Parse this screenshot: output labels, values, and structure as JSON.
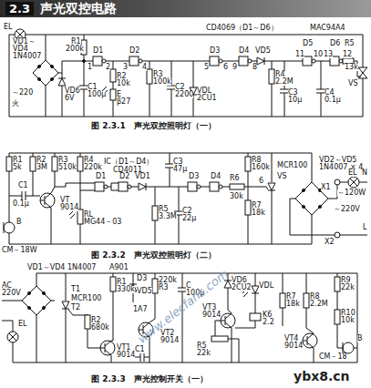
{
  "diagram": {
    "title": "声光双控电路",
    "labels": [
      "2.3",
      "EL",
      "VD1～",
      "VD4",
      "1N4007",
      "R1",
      "200k",
      "CD4069（D1～D6）",
      "MAC94A4",
      "VS",
      "～220",
      "火",
      "D1",
      "1",
      "2",
      "C1",
      "100μ",
      "R2",
      "10k",
      "3",
      "4",
      "D2",
      "C2",
      "2200",
      "R3",
      "100k",
      "VD6",
      "6V",
      "E",
      "β27",
      "VDL",
      "2CU1",
      "D3",
      "5",
      "6",
      "D4",
      "9",
      "8",
      "VD5",
      "R4",
      "2.2M",
      "D5",
      "11",
      "10",
      "C3",
      "10μ",
      "D6",
      "13",
      "12",
      "C4",
      "0.1μ",
      "R5",
      "13k",
      "图 2.3.1　声光双控照明灯（一）",
      "R1",
      "5k",
      "R2",
      "3M",
      "R3",
      "510k",
      "R4",
      "220k",
      "IC（D1～D4）",
      "CD4011",
      "C3",
      "47μ",
      "R8",
      "160k",
      "R7",
      "18k",
      "VD2～VD5",
      "1N4007 × 4",
      "EL",
      "～120W",
      "N",
      "～220V",
      "L",
      "X1",
      "X2",
      "VS",
      "MCR100",
      "VT",
      "9014",
      "C1",
      "0.1μ",
      "D1",
      "D2",
      "VD1",
      "D3",
      "D4",
      "R6",
      "30k",
      "R5",
      "3.3M",
      "C2",
      "22μ",
      "RL",
      "MG44－03",
      "B",
      "CM－18W",
      "6",
      "图 2.3.2　声光双控照明灯（二）",
      "AC",
      "220V",
      "VD1～VD4 1N4007",
      "A901",
      "T1",
      "T2",
      "R1",
      "330k",
      "MCR100",
      "VD5",
      "D3",
      "220k",
      "R3",
      "C",
      "100μ",
      "R2",
      "680k",
      "VT1",
      "9014",
      "VT2",
      "9014",
      "1A7",
      "C1",
      "VT3",
      "9014",
      "VD6",
      "2CU2",
      "VDL",
      "R7",
      "18k",
      "R8",
      "2.2M",
      "R9",
      "22k",
      "R10",
      "10k",
      "K6",
      "2.2",
      "R5",
      "22k",
      "VT4",
      "9014",
      "B",
      "CM－18",
      "EL",
      "图 2.3.3　声光控制开关（一）",
      "www.elecfans.com",
      "ybx8.cn"
    ]
  }
}
